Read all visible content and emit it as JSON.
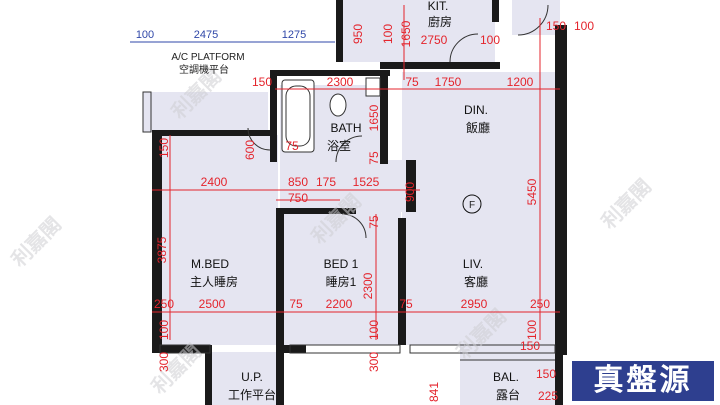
{
  "rooms": {
    "kitchen_en": "KIT.",
    "kitchen_zh": "廚房",
    "platform_en": "A/C PLATFORM",
    "platform_zh": "空調機平台",
    "bath_en": "BATH",
    "bath_zh": "浴室",
    "dining_en": "DIN.",
    "dining_zh": "飯廳",
    "master_en": "M.BED",
    "master_zh": "主人睡房",
    "bed1_en": "BED 1",
    "bed1_zh": "睡房1",
    "living_en": "LIV.",
    "living_zh": "客廳",
    "utility_en": "U.P.",
    "utility_zh": "工作平台",
    "balcony_en": "BAL.",
    "balcony_zh": "露台",
    "flat_letter": "F"
  },
  "dims": {
    "top_100": "100",
    "top_2475": "2475",
    "top_1275": "1275",
    "k_950": "950",
    "k_100a": "100",
    "k_1650": "1650",
    "k_2750": "2750",
    "k_100b": "100",
    "k_150": "150",
    "k_100c": "100",
    "p_150": "150",
    "p_2300": "2300",
    "p_75": "75",
    "p_1750": "1750",
    "p_1200": "1200",
    "b_1650": "1650",
    "b_600": "600",
    "b_75a": "75",
    "b_75b": "75",
    "m_150": "150",
    "m_2400": "2400",
    "m_850": "850",
    "m_175": "175",
    "m_1525": "1525",
    "m_900": "900",
    "m_750": "750",
    "m_75c": "75",
    "l_5450": "5450",
    "l_3875": "3875",
    "l_2300": "2300",
    "r_250a": "250",
    "r_2500": "2500",
    "r_75a": "75",
    "r_2200": "2200",
    "r_75b": "75",
    "r_2950": "2950",
    "r_250b": "250",
    "s_100a": "100",
    "s_100b": "100",
    "s_100c": "100",
    "s_300a": "300",
    "s_300b": "300",
    "s_150": "150",
    "s_225": "225",
    "s_841": "841",
    "s_150c": "150"
  },
  "watermark_text": "利嘉閣",
  "brand_text": "真盤源",
  "colors": {
    "wall": "#1a1a1a",
    "floor": "#e5e5f1",
    "dimension_red": "#e4242c",
    "dimension_blue": "#2f47a8",
    "brand_blue": "#2e3f8f"
  }
}
